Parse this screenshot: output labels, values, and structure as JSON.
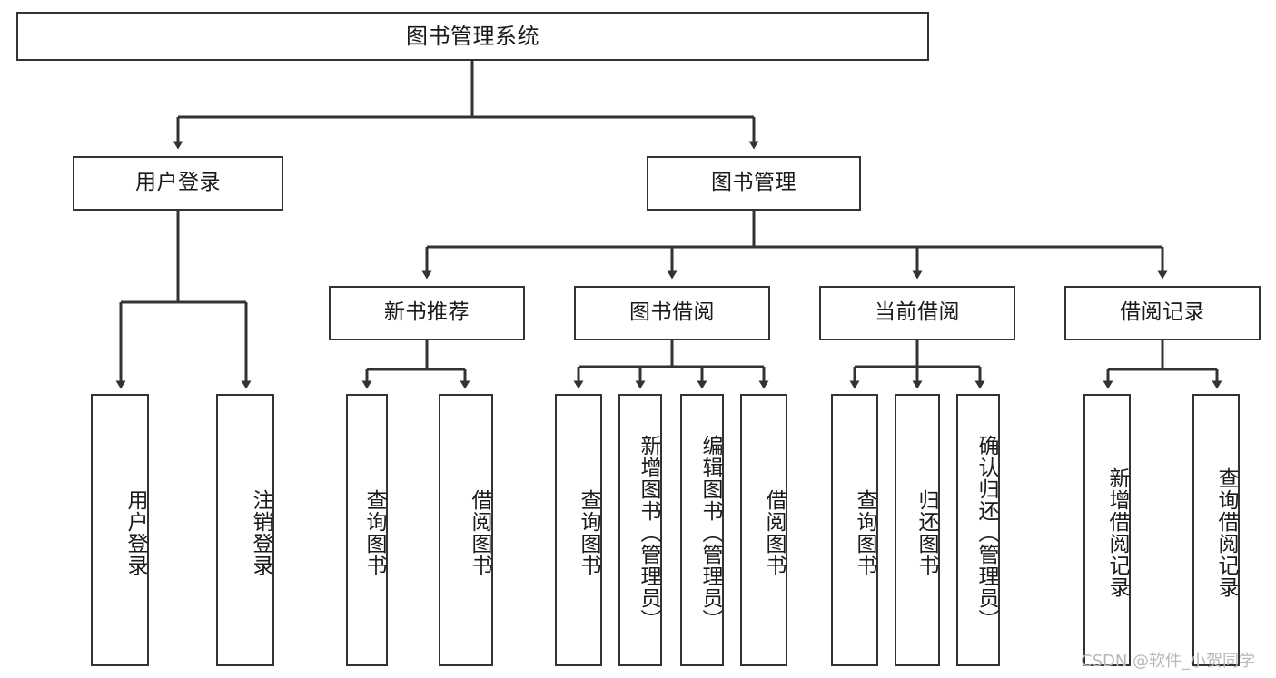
{
  "diagram": {
    "type": "tree-hierarchy",
    "title": "图书管理系统",
    "watermark": "CSDN @软件_小贺同学",
    "colors": {
      "stroke": "#333333",
      "fill": "#ffffff",
      "text": "#1a1a1a",
      "watermark": "#b8b8b8"
    },
    "nodes": {
      "root": {
        "label": "图书管理系统"
      },
      "level2": [
        {
          "id": "user-login",
          "label": "用户登录"
        },
        {
          "id": "book-management",
          "label": "图书管理"
        }
      ],
      "level3": [
        {
          "id": "new-book-recommend",
          "label": "新书推荐"
        },
        {
          "id": "book-borrow",
          "label": "图书借阅"
        },
        {
          "id": "current-borrow",
          "label": "当前借阅"
        },
        {
          "id": "borrow-record",
          "label": "借阅记录"
        }
      ],
      "leaves": {
        "user_login": [
          {
            "id": "leaf-user-login",
            "label": "用户登录"
          },
          {
            "id": "leaf-logout-login",
            "label": "注销登录"
          }
        ],
        "new_book_recommend": [
          {
            "id": "leaf-query-book-1",
            "label": "查询图书"
          },
          {
            "id": "leaf-borrow-book-1",
            "label": "借阅图书"
          }
        ],
        "book_borrow": [
          {
            "id": "leaf-query-book-2",
            "label": "查询图书"
          },
          {
            "id": "leaf-add-book",
            "label": "新增图书（管理员）"
          },
          {
            "id": "leaf-edit-book",
            "label": "编辑图书（管理员）"
          },
          {
            "id": "leaf-borrow-book-2",
            "label": "借阅图书"
          }
        ],
        "current_borrow": [
          {
            "id": "leaf-query-book-3",
            "label": "查询图书"
          },
          {
            "id": "leaf-return-book",
            "label": "归还图书"
          },
          {
            "id": "leaf-confirm-return",
            "label": "确认归还（管理员）"
          }
        ],
        "borrow_record": [
          {
            "id": "leaf-add-borrow-record",
            "label": "新增借阅记录"
          },
          {
            "id": "leaf-query-borrow-record",
            "label": "查询借阅记录"
          }
        ]
      }
    }
  }
}
